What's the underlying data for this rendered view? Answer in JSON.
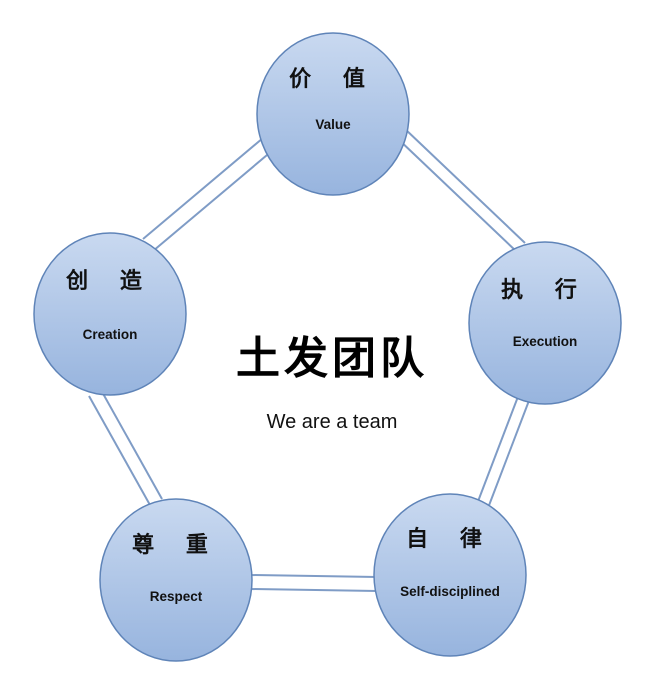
{
  "center": {
    "title": "土发团队",
    "subtitle": "We are a team"
  },
  "nodes": [
    {
      "cn": "价 值",
      "en": "Value"
    },
    {
      "cn": "执 行",
      "en": "Execution"
    },
    {
      "cn": "自 律",
      "en": "Self-disciplined"
    },
    {
      "cn": "尊 重",
      "en": "Respect"
    },
    {
      "cn": "创 造",
      "en": "Creation"
    }
  ],
  "colors": {
    "node_fill_top": "#c9d9f0",
    "node_fill_bottom": "#97b4de",
    "node_stroke": "#5f84b8",
    "connector": "#7f9cc6"
  }
}
